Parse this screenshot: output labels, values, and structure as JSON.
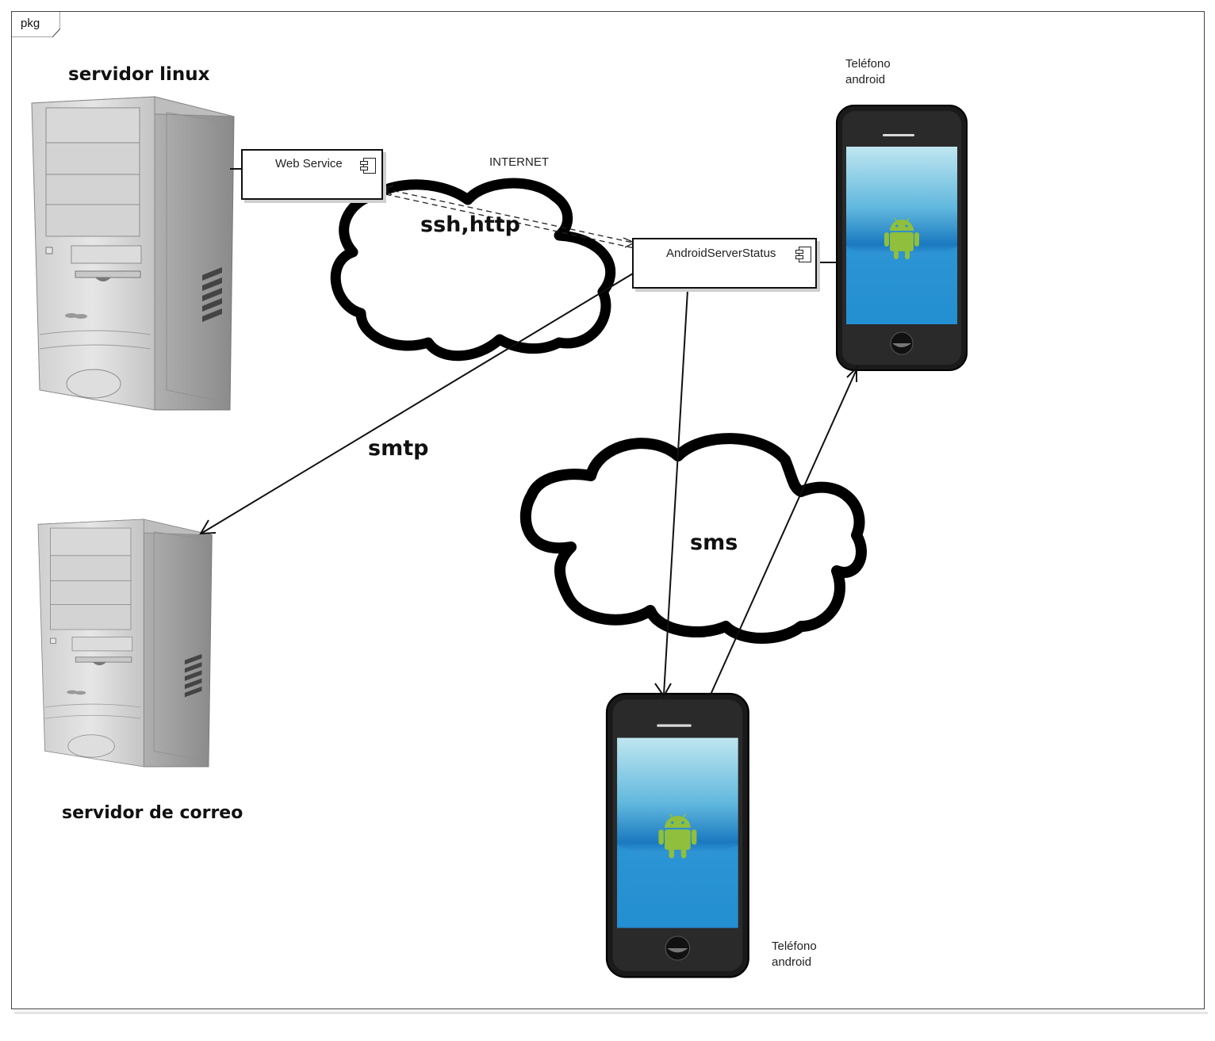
{
  "frame": {
    "tag": "pkg"
  },
  "nodes": {
    "linux_server_title": "servidor linux",
    "mail_server_title": "servidor de correo",
    "phone_top_label_1": "Teléfono",
    "phone_top_label_2": "android",
    "phone_bottom_label_1": "Teléfono",
    "phone_bottom_label_2": "android"
  },
  "components": {
    "web_service": "Web Service",
    "android_server_status": "AndroidServerStatus"
  },
  "networks": {
    "internet": "INTERNET",
    "ssh_http": "ssh,http",
    "smtp": "smtp",
    "sms": "sms"
  },
  "colors": {
    "line": "#111111",
    "tower_light": "#d9d9d9",
    "tower_dark": "#9a9a9a",
    "screen_top": "#bfe6f0",
    "screen_bottom": "#1577b8",
    "android_green": "#8fbf3c"
  }
}
